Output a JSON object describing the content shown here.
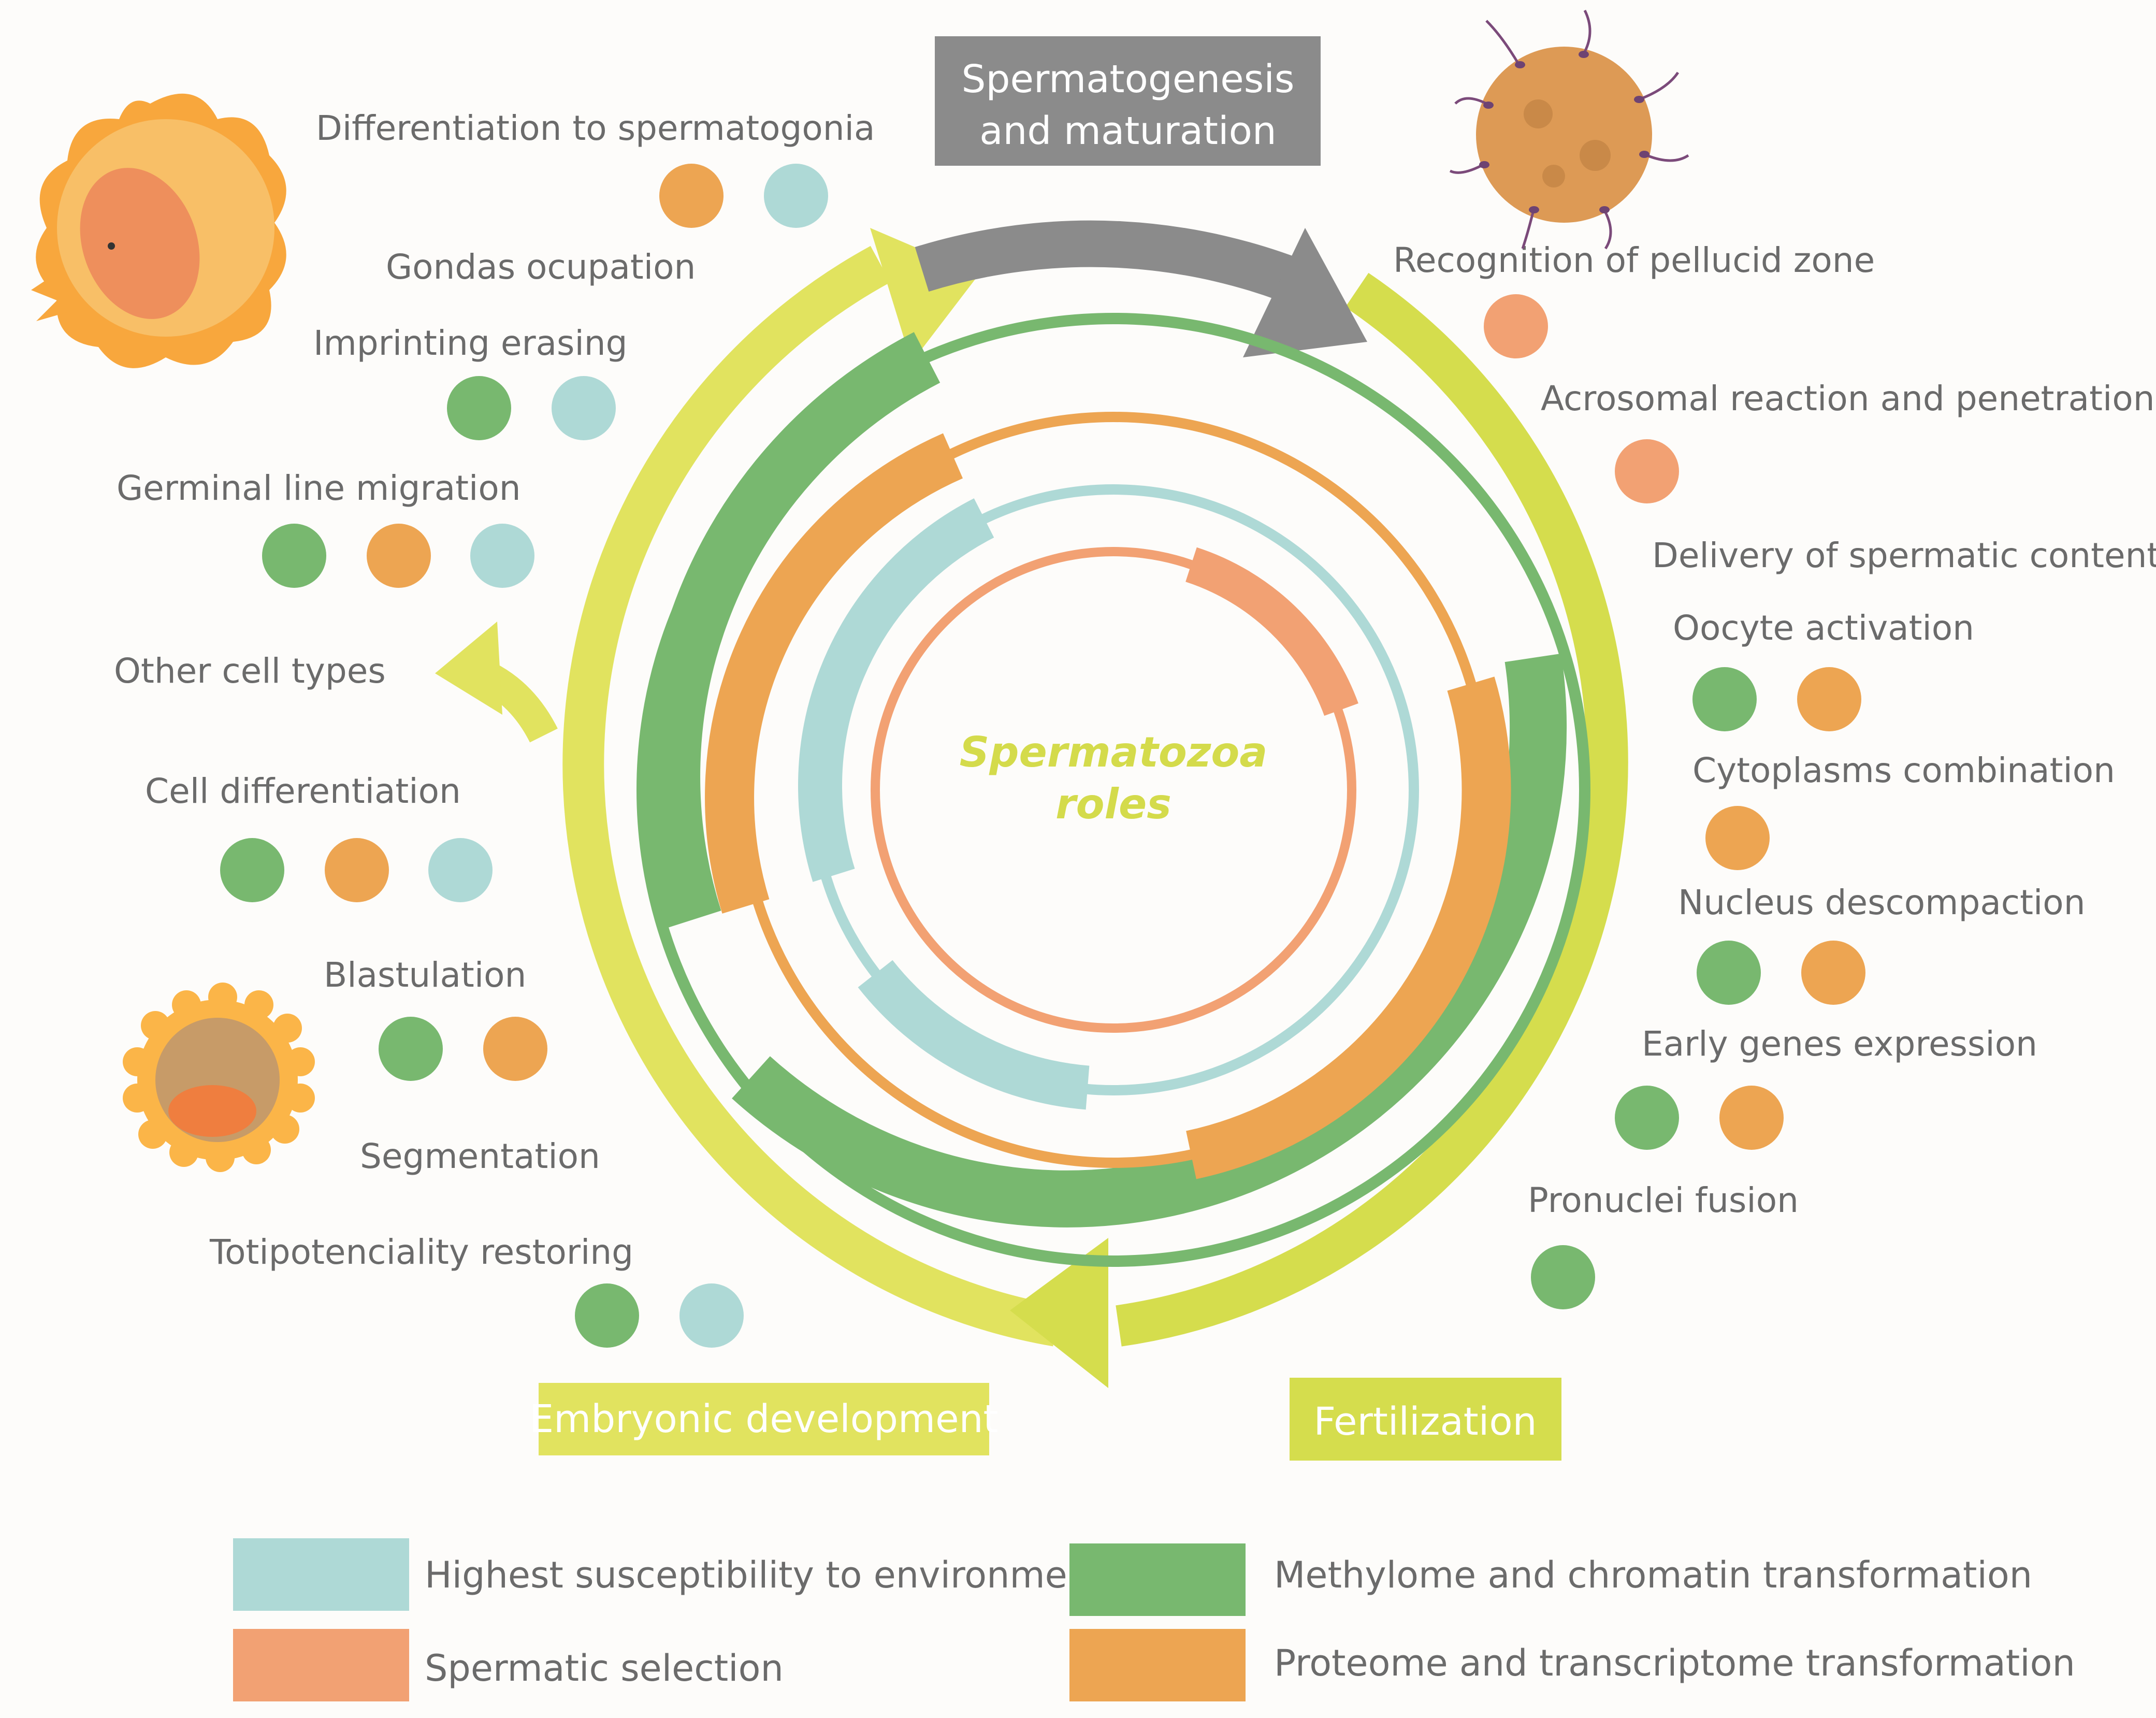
{
  "colors": {
    "green": "#78b86f",
    "orange": "#eda552",
    "blue": "#aed9d6",
    "salmon": "#f2a173",
    "lime": "#e1e35f",
    "lime_dark": "#d5dd4d",
    "gray": "#8b8b8b"
  },
  "center": {
    "line1": "Spermatozoa",
    "line2": "roles"
  },
  "phases": {
    "spermatogenesis": {
      "line1": "Spermatogenesis",
      "line2": "and maturation"
    },
    "fertilization": "Fertilization",
    "embryonic": "Embryonic development",
    "other_cells": "Other cell types"
  },
  "left_steps": [
    {
      "label": "Differentiation to spermatogonia",
      "dots": [
        "orange",
        "blue"
      ]
    },
    {
      "label": "Gondas ocupation",
      "dots": []
    },
    {
      "label": "Imprinting erasing",
      "dots": [
        "green",
        "blue"
      ]
    },
    {
      "label": "Germinal line migration",
      "dots": [
        "green",
        "orange",
        "blue"
      ]
    },
    {
      "label": "Cell differentiation",
      "dots": [
        "green",
        "orange",
        "blue"
      ]
    },
    {
      "label": "Blastulation",
      "dots": [
        "green",
        "orange"
      ]
    },
    {
      "label": "Segmentation",
      "dots": []
    },
    {
      "label": "Totipotenciality restoring",
      "dots": [
        "green",
        "blue"
      ]
    }
  ],
  "right_steps": [
    {
      "label": "Recognition of pellucid zone",
      "dots": [
        "salmon"
      ]
    },
    {
      "label": "Acrosomal reaction and penetration",
      "dots": [
        "salmon"
      ]
    },
    {
      "label": "Delivery of spermatic content",
      "dots": []
    },
    {
      "label": "Oocyte activation",
      "dots": [
        "green",
        "orange"
      ]
    },
    {
      "label": "Cytoplasms combination",
      "dots": [
        "orange"
      ]
    },
    {
      "label": "Nucleus descompaction",
      "dots": [
        "green",
        "orange"
      ]
    },
    {
      "label": "Early genes expression",
      "dots": [
        "green",
        "orange"
      ]
    },
    {
      "label": "Pronuclei fusion",
      "dots": [
        "green"
      ]
    }
  ],
  "legend": [
    {
      "label": "Highest susceptibility to environment",
      "color": "blue"
    },
    {
      "label": "Spermatic selection",
      "color": "salmon"
    },
    {
      "label": "Methylome and chromatin transformation",
      "color": "green"
    },
    {
      "label": "Proteome and transcriptome transformation",
      "color": "orange"
    }
  ],
  "illustrations": [
    "embryo-icon",
    "oocyte-with-sperm-icon",
    "blastocyst-icon"
  ]
}
